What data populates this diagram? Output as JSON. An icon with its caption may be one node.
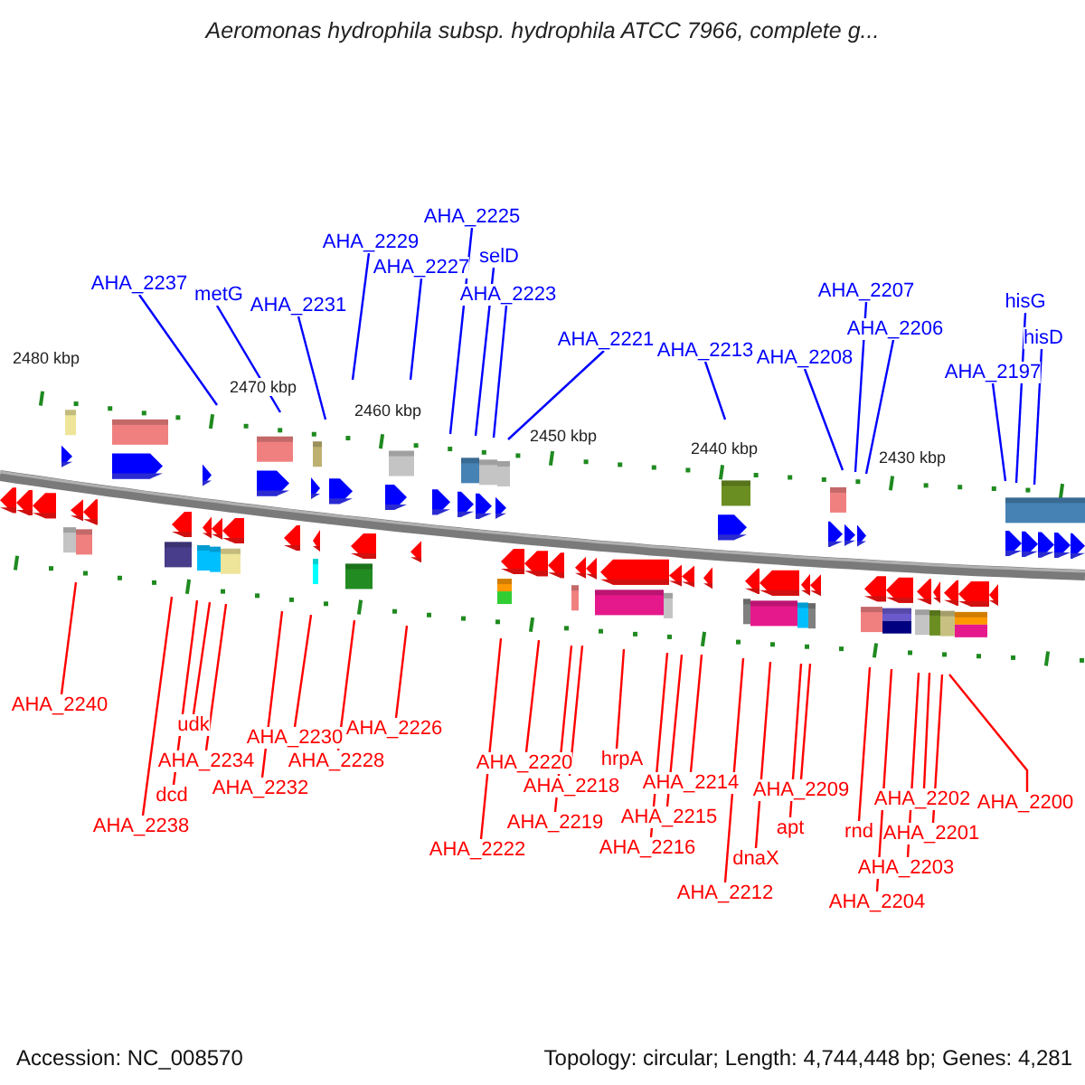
{
  "diagram": {
    "title": "Aeromonas hydrophila subsp. hydrophila ATCC 7966, complete g...",
    "nodes": [
      {
        "text": [
          "AHA_2237"
        ]
      },
      {
        "text": [
          "metG"
        ]
      },
      {
        "text": [
          "AHA_2231"
        ]
      },
      {
        "text": [
          "AHA_2229"
        ]
      },
      {
        "text": [
          "AHA_2227"
        ]
      },
      {
        "text": [
          "AHA_2225"
        ]
      },
      {
        "text": [
          "selD"
        ]
      },
      {
        "text": [
          "AHA_2223"
        ]
      },
      {
        "text": [
          "AHA_2221"
        ]
      },
      {
        "text": [
          "AHA_2213"
        ]
      },
      {
        "text": [
          "AHA_2208"
        ]
      },
      {
        "text": [
          "AHA_2207"
        ]
      },
      {
        "text": [
          "AHA_2206"
        ]
      },
      {
        "text": [
          "AHA_2197"
        ]
      },
      {
        "text": [
          "hisG"
        ]
      },
      {
        "text": [
          "hisD"
        ]
      },
      {
        "text": [
          "AHA_2240"
        ]
      },
      {
        "text": [
          "AHA_2238"
        ]
      },
      {
        "text": [
          "dcd"
        ]
      },
      {
        "text": [
          "udk"
        ]
      },
      {
        "text": [
          "AHA_2234"
        ]
      },
      {
        "text": [
          "AHA_2232"
        ]
      },
      {
        "text": [
          "AHA_2230"
        ]
      },
      {
        "text": [
          "AHA_2228"
        ]
      },
      {
        "text": [
          "AHA_2226"
        ]
      },
      {
        "text": [
          "AHA_2222"
        ]
      },
      {
        "text": [
          "AHA_2220"
        ]
      },
      {
        "text": [
          "AHA_2218"
        ]
      },
      {
        "text": [
          "AHA_2219"
        ]
      },
      {
        "text": [
          "hrpA"
        ]
      },
      {
        "text": [
          "AHA_2216"
        ]
      },
      {
        "text": [
          "AHA_2215"
        ]
      },
      {
        "text": [
          "AHA_2214"
        ]
      },
      {
        "text": [
          "AHA_2212"
        ]
      },
      {
        "text": [
          "dnaX"
        ]
      },
      {
        "text": [
          "apt"
        ]
      },
      {
        "text": [
          "AHA_2209"
        ]
      },
      {
        "text": [
          "rnd"
        ]
      },
      {
        "text": [
          "AHA_2204"
        ]
      },
      {
        "text": [
          "AHA_2203"
        ]
      },
      {
        "text": [
          "AHA_2202"
        ]
      },
      {
        "text": [
          "AHA_2201"
        ]
      },
      {
        "text": [
          "AHA_2200"
        ]
      }
    ],
    "edges": [
      {
        "from": 0,
        "to": null,
        "arrow": "none",
        "color": "#0000ff"
      },
      {
        "from": 1,
        "to": null,
        "arrow": "none",
        "color": "#0000ff"
      },
      {
        "from": 2,
        "to": null,
        "arrow": "none",
        "color": "#0000ff"
      },
      {
        "from": 3,
        "to": null,
        "arrow": "none",
        "color": "#0000ff"
      },
      {
        "from": 4,
        "to": null,
        "arrow": "none",
        "color": "#0000ff"
      },
      {
        "from": 5,
        "to": null,
        "arrow": "none",
        "color": "#0000ff"
      },
      {
        "from": 6,
        "to": null,
        "arrow": "none",
        "color": "#0000ff"
      },
      {
        "from": 7,
        "to": null,
        "arrow": "none",
        "color": "#0000ff"
      },
      {
        "from": 8,
        "to": null,
        "arrow": "none",
        "color": "#0000ff"
      },
      {
        "from": 9,
        "to": null,
        "arrow": "none",
        "color": "#0000ff"
      },
      {
        "from": 10,
        "to": null,
        "arrow": "none",
        "color": "#0000ff"
      },
      {
        "from": 11,
        "to": null,
        "arrow": "none",
        "color": "#0000ff"
      },
      {
        "from": 12,
        "to": null,
        "arrow": "none",
        "color": "#0000ff"
      },
      {
        "from": 13,
        "to": null,
        "arrow": "none",
        "color": "#0000ff"
      },
      {
        "from": 14,
        "to": null,
        "arrow": "none",
        "color": "#0000ff"
      },
      {
        "from": 15,
        "to": null,
        "arrow": "none",
        "color": "#0000ff"
      },
      {
        "from": 16,
        "to": null,
        "arrow": "none"
      },
      {
        "from": 17,
        "to": null,
        "arrow": "none"
      },
      {
        "from": 18,
        "to": null,
        "arrow": "none"
      },
      {
        "from": 19,
        "to": null,
        "arrow": "none"
      },
      {
        "from": 20,
        "to": null,
        "arrow": "none"
      },
      {
        "from": 21,
        "to": null,
        "arrow": "none"
      },
      {
        "from": 22,
        "to": null,
        "arrow": "none"
      },
      {
        "from": 23,
        "to": null,
        "arrow": "none"
      },
      {
        "from": 24,
        "to": null,
        "arrow": "none"
      },
      {
        "from": 25,
        "to": null,
        "arrow": "none"
      },
      {
        "from": 26,
        "to": null,
        "arrow": "none"
      },
      {
        "from": 27,
        "to": null,
        "arrow": "none"
      },
      {
        "from": 28,
        "to": null,
        "arrow": "none"
      },
      {
        "from": 29,
        "to": null,
        "arrow": "none"
      },
      {
        "from": 30,
        "to": null,
        "arrow": "none"
      },
      {
        "from": 31,
        "to": null,
        "arrow": "none"
      },
      {
        "from": 32,
        "to": null,
        "arrow": "none"
      },
      {
        "from": 33,
        "to": null,
        "arrow": "none"
      },
      {
        "from": 34,
        "to": null,
        "arrow": "none"
      },
      {
        "from": 35,
        "to": null,
        "arrow": "none"
      },
      {
        "from": 36,
        "to": null,
        "arrow": "none"
      },
      {
        "from": 37,
        "to": null,
        "arrow": "none"
      },
      {
        "from": 38,
        "to": null,
        "arrow": "none"
      },
      {
        "from": 39,
        "to": null,
        "arrow": "none"
      },
      {
        "from": 40,
        "to": null,
        "arrow": "none"
      },
      {
        "from": 41,
        "to": null,
        "arrow": "none"
      },
      {
        "from": 42,
        "to": null,
        "arrow": "none"
      }
    ],
    "labels": [
      "2480 kbp",
      "2470 kbp",
      "2460 kbp",
      "2450 kbp",
      "2440 kbp",
      "2430 kbp",
      "Accession: NC_008570",
      "Topology: circular; Length: 4,744,448 bp; Genes: 4,281"
    ]
  }
}
